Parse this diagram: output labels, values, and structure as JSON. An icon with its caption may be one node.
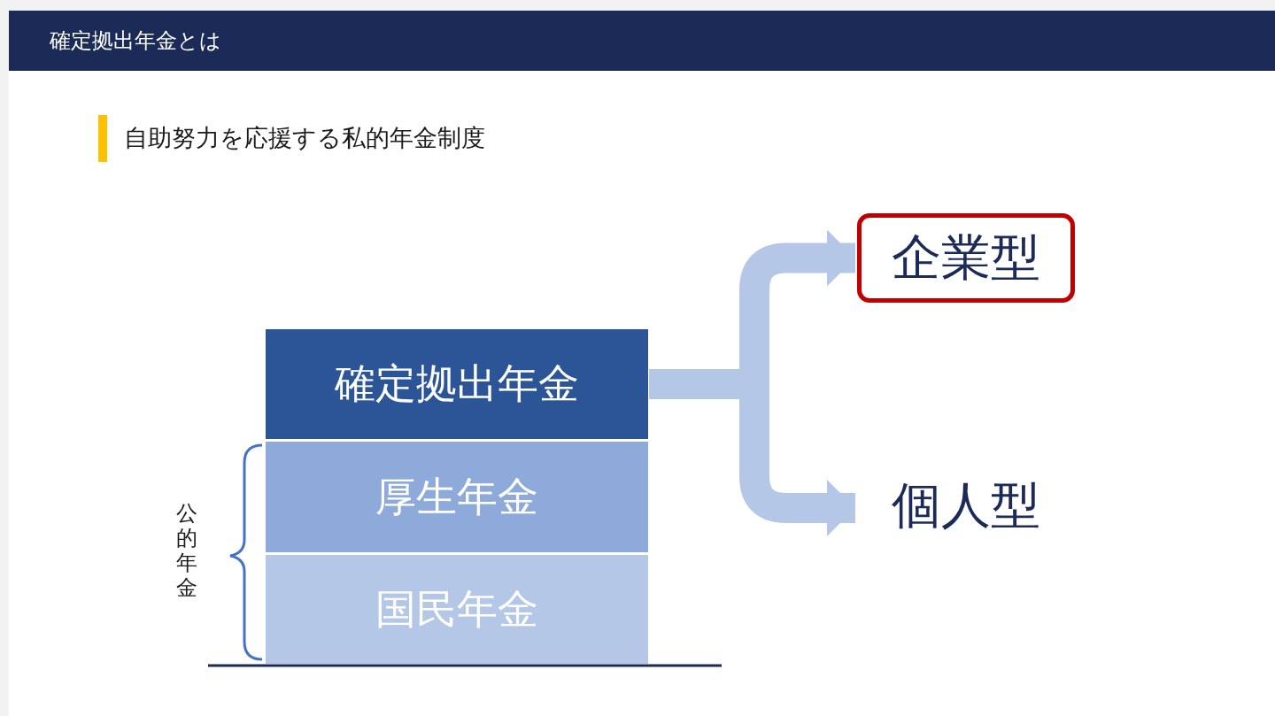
{
  "diagram": {
    "title": "確定拠出年金とは",
    "nodes": [
      {
        "text": [
          "確定拠出年金"
        ]
      },
      {
        "text": [
          "厚生年金"
        ]
      },
      {
        "text": [
          "国民年金"
        ]
      },
      {
        "text": [
          "企業型"
        ]
      },
      {
        "text": [
          "個人型"
        ]
      }
    ],
    "edges": [
      {
        "from": 0,
        "to": 3,
        "arrow": "to"
      },
      {
        "from": 0,
        "to": 4,
        "arrow": "to"
      }
    ],
    "labels": [
      "自助努力を応援する私的年金制度",
      "公的年金"
    ]
  }
}
